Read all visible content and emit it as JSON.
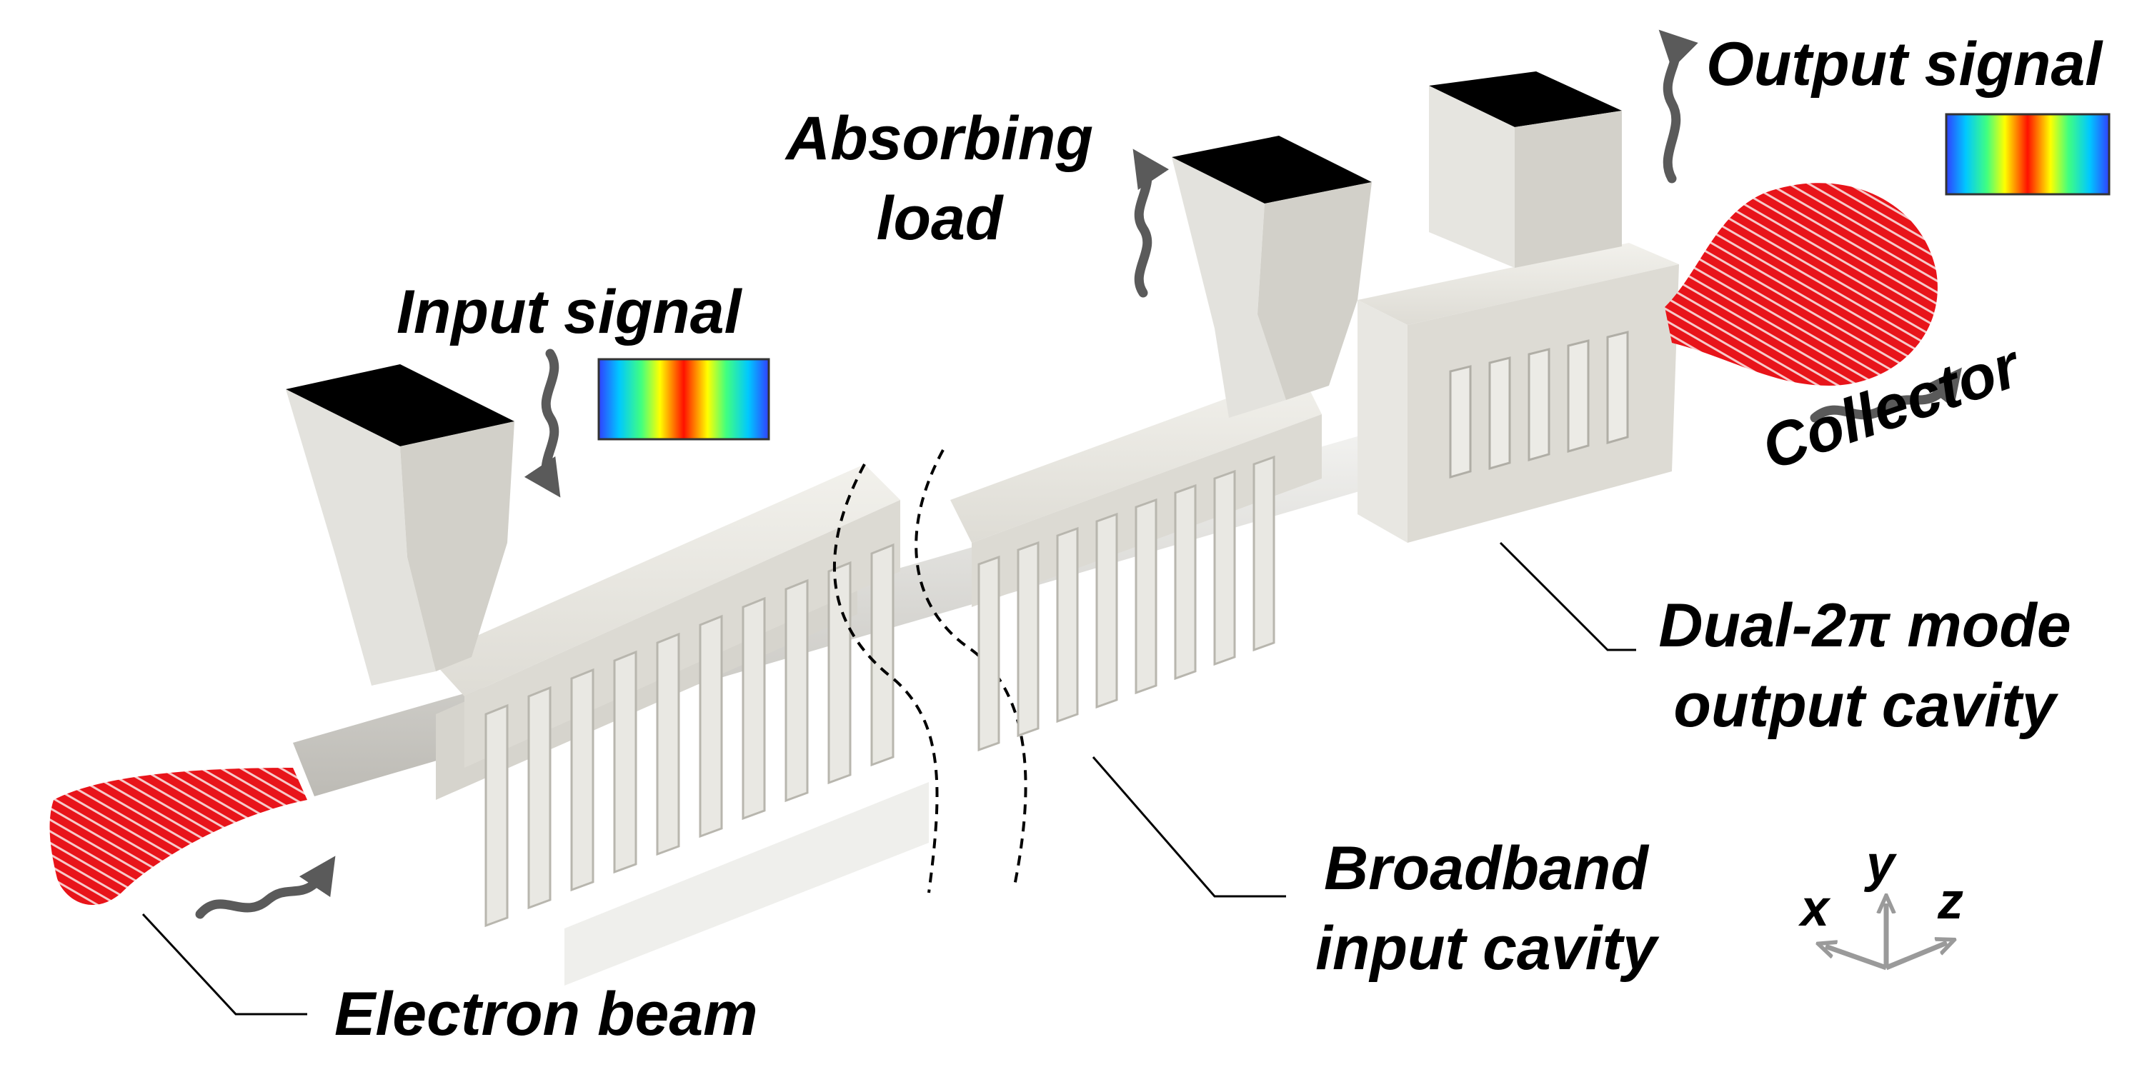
{
  "labels": {
    "input_signal": "Input signal",
    "absorbing_load": [
      "Absorbing",
      "load"
    ],
    "output_signal": "Output signal",
    "collector": "Collector",
    "output_cavity": [
      "Dual-2π mode",
      "output cavity"
    ],
    "input_cavity": [
      "Broadband",
      "input cavity"
    ],
    "electron_beam": "Electron beam"
  },
  "axes": {
    "x": "x",
    "y": "y",
    "z": "z"
  },
  "colors": {
    "beam_red": "#e8141a",
    "metal": "#e7e6e1",
    "metal_shade": "#cfcdc6",
    "port_opening": "#000000",
    "arrow_gray": "#5a5a5a",
    "axis_gray": "#9a9a9a"
  },
  "icons": {
    "field_map": "field-distribution-colormap",
    "wave_arrow": "wavy-arrow-icon",
    "axes": "coordinate-axes-icon"
  }
}
